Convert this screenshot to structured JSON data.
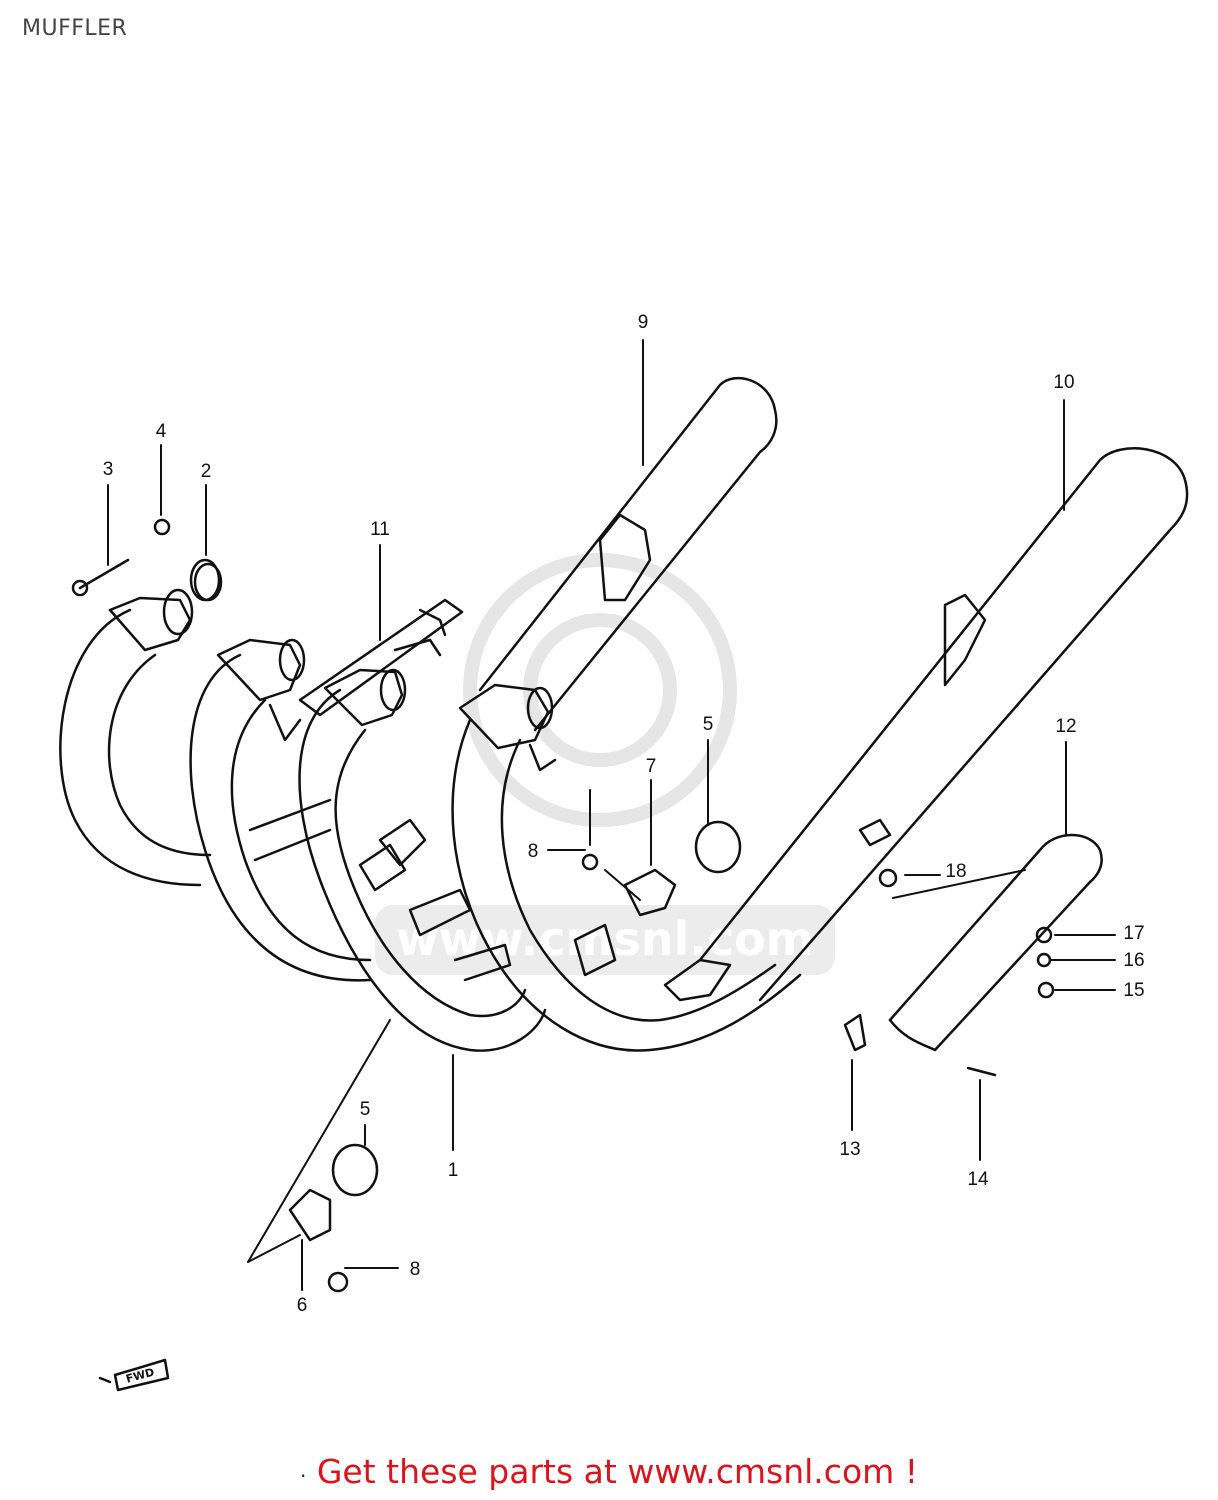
{
  "title": "MUFFLER",
  "footer": {
    "text": "Get these parts at www.cmsnl.com !",
    "color": "#d9141c"
  },
  "watermark": {
    "text": "www.cmsnl.com",
    "color": "#e6e6e6"
  },
  "arrow_label": "FWD",
  "callouts": [
    "9",
    "10",
    "11",
    "12",
    "3",
    "4",
    "2",
    "5",
    "7",
    "8",
    "18",
    "17",
    "16",
    "15",
    "13",
    "14",
    "1",
    "5",
    "6",
    "8"
  ],
  "colors": {
    "line": "#111111",
    "watermark": "#e6e6e6",
    "footer": "#d9141c"
  }
}
